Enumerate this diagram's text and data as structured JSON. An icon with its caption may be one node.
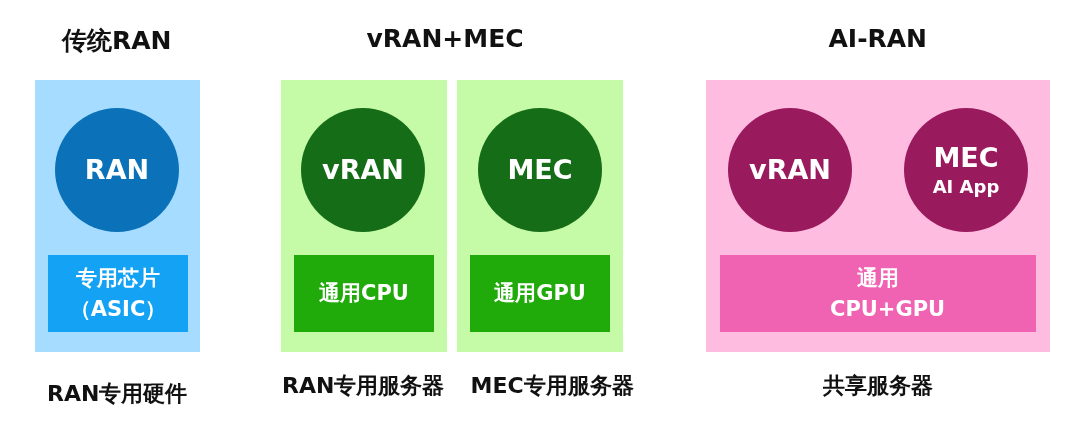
{
  "diagram": {
    "nodes": [
      {
        "text": [],
        "shape": "box",
        "beside": [
          "RAN专用硬件"
        ]
      },
      {
        "text": [
          "RAN"
        ],
        "in": 0
      },
      {
        "text": [
          "专用芯片（ASIC）"
        ],
        "in": 0
      },
      {
        "text": [],
        "shape": "box",
        "beside": [
          "RAN专用服务器"
        ]
      },
      {
        "text": [
          "vRAN"
        ],
        "in": 3
      },
      {
        "text": [
          "通用CPU"
        ],
        "in": 3
      },
      {
        "text": [],
        "shape": "box",
        "beside": [
          "MEC专用服务器"
        ]
      },
      {
        "text": [
          "MEC"
        ],
        "in": 6
      },
      {
        "text": [
          "通用GPU"
        ],
        "in": 6
      },
      {
        "text": [],
        "shape": "box",
        "beside": [
          "共享服务器"
        ]
      },
      {
        "text": [
          "vRAN"
        ],
        "in": 9
      },
      {
        "text": [
          "MEC",
          "AI App"
        ],
        "in": 9
      },
      {
        "text": [
          "通用CPU+GPU"
        ],
        "in": 9
      }
    ],
    "edges": [],
    "labels": [
      "传统RAN",
      "vRAN+MEC",
      "AI-RAN"
    ]
  }
}
